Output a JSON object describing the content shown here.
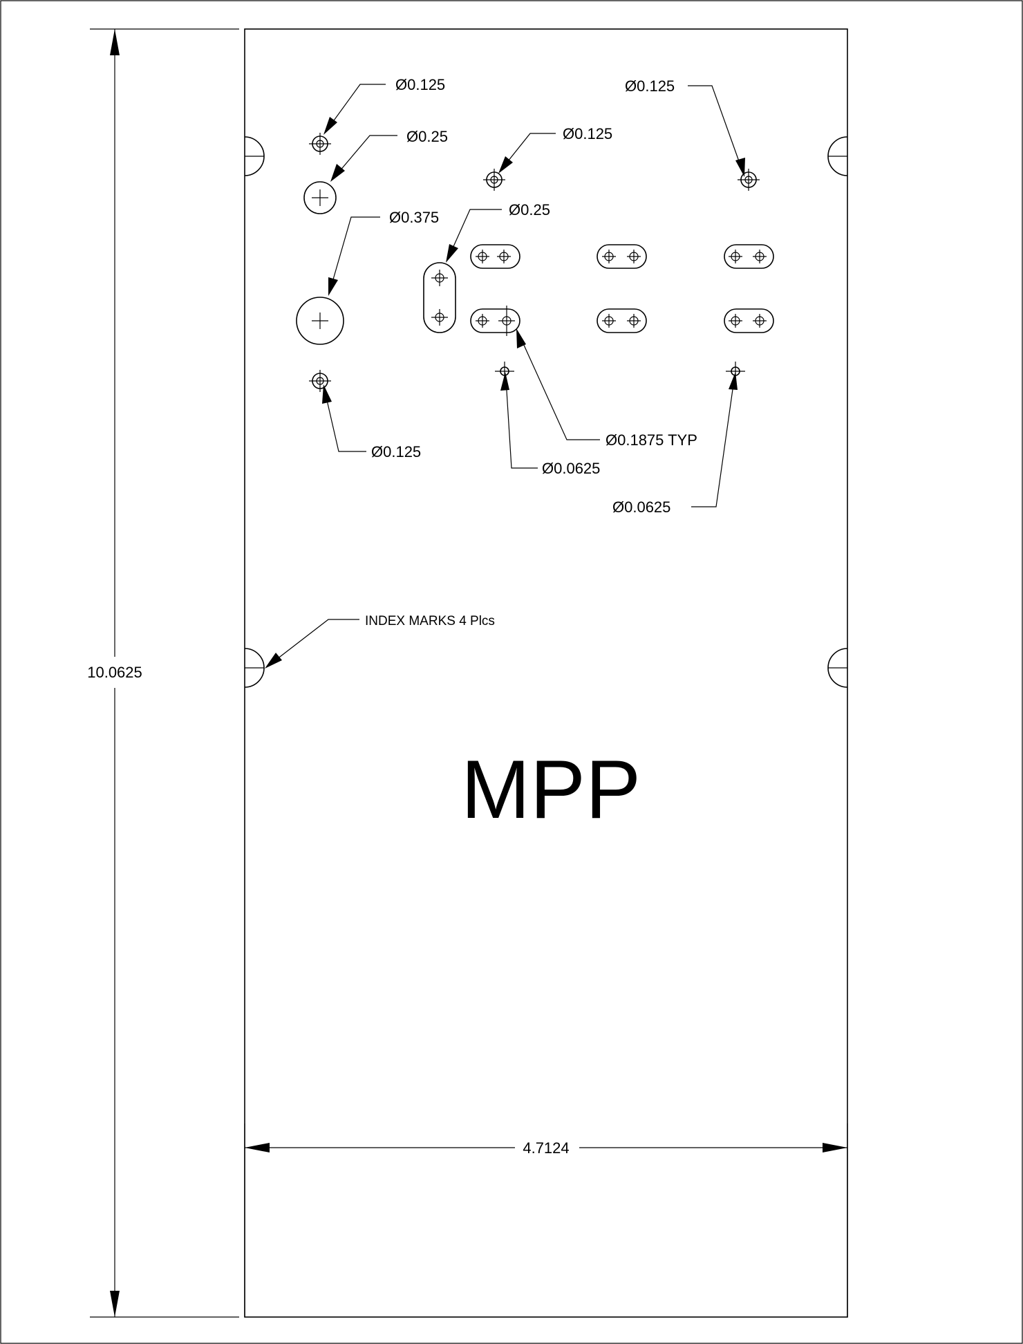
{
  "title": "MPP",
  "dimensions": {
    "height": "10.0625",
    "width": "4.7124"
  },
  "callouts": [
    {
      "id": "hole-tl-small",
      "text": "Ø0.125"
    },
    {
      "id": "hole-tl-medium",
      "text": "Ø0.25"
    },
    {
      "id": "hole-top-center",
      "text": "Ø0.125"
    },
    {
      "id": "hole-tr",
      "text": "Ø0.125"
    },
    {
      "id": "hole-large",
      "text": "Ø0.375"
    },
    {
      "id": "vertical-slot",
      "text": "Ø0.25"
    },
    {
      "id": "hole-lower-left",
      "text": "Ø0.125"
    },
    {
      "id": "slot-holes",
      "text": "Ø0.1875 TYP"
    },
    {
      "id": "pin-center",
      "text": "Ø0.0625"
    },
    {
      "id": "pin-right",
      "text": "Ø0.0625"
    },
    {
      "id": "index-marks",
      "text": "INDEX MARKS 4 Plcs"
    }
  ]
}
